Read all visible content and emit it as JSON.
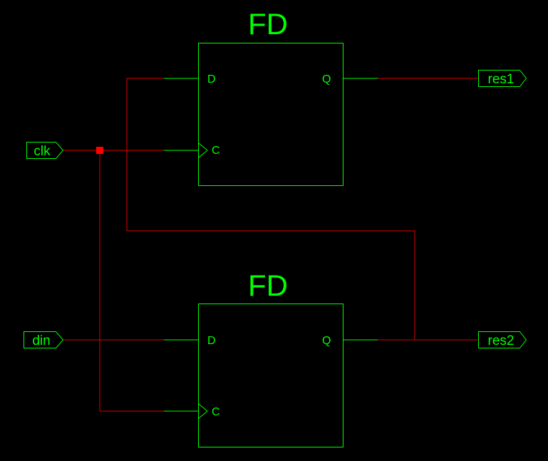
{
  "colors": {
    "background": "#000000",
    "symbol": "#00ff00",
    "wire": "#e00000",
    "junction": "#ff0000"
  },
  "flip_flops": [
    {
      "title": "FD",
      "pin_d": "D",
      "pin_c": "C",
      "pin_q": "Q"
    },
    {
      "title": "FD",
      "pin_d": "D",
      "pin_c": "C",
      "pin_q": "Q"
    }
  ],
  "ports": {
    "inputs": [
      "clk",
      "din"
    ],
    "outputs": [
      "res1",
      "res2"
    ]
  }
}
